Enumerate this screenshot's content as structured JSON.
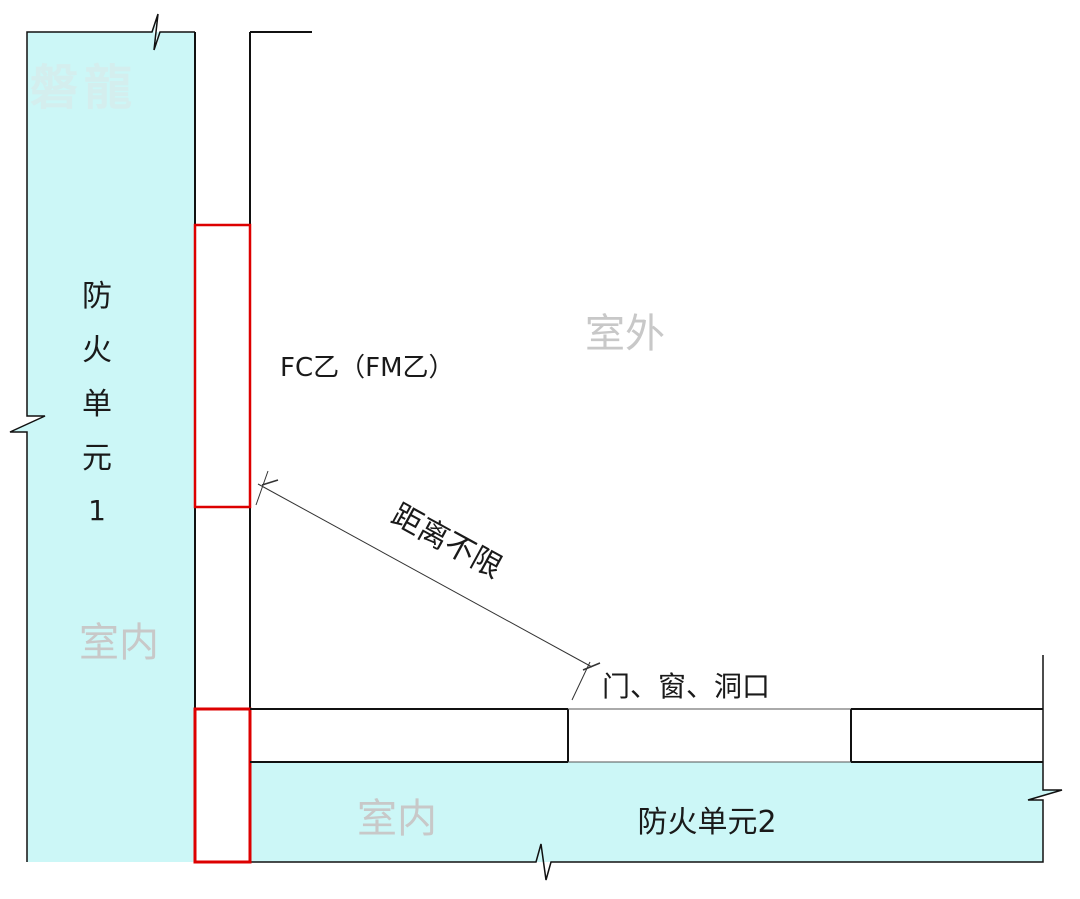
{
  "watermark": "磐龍",
  "labels": {
    "unit1_chars": [
      "防",
      "火",
      "单",
      "元",
      "1"
    ],
    "unit2": "防火单元2",
    "indoor_left": "室内",
    "indoor_bottom": "室内",
    "outdoor": "室外",
    "fire_rated": "FC乙（FM乙）",
    "distance": "距离不限",
    "openings": "门、窗、洞口"
  },
  "colors": {
    "zone_fill": "#ccf7f7",
    "wall_stroke": "#111111",
    "fire_rated_stroke": "#dd0000",
    "indoor_text": "#c8c8c8",
    "label_text": "#1a1a1a"
  }
}
